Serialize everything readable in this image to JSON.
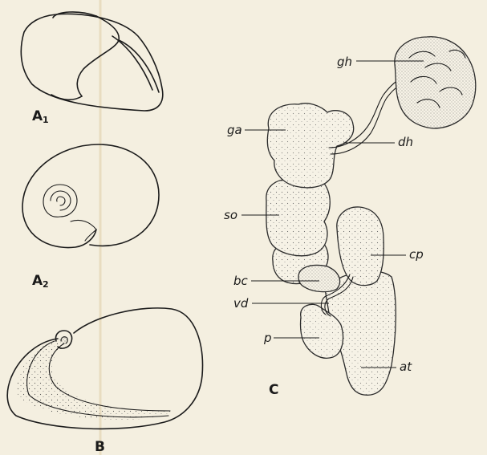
{
  "panels": {
    "a1": {
      "letter": "A",
      "sub": "1"
    },
    "a2": {
      "letter": "A",
      "sub": "2"
    },
    "b": {
      "letter": "B"
    },
    "c": {
      "letter": "C"
    }
  },
  "labels": {
    "gh": "gh",
    "ga": "ga",
    "dh": "dh",
    "so": "so",
    "cp": "cp",
    "bc": "bc",
    "vd": "vd",
    "p": "p",
    "at": "at"
  },
  "colors": {
    "paper": "#f4efe0",
    "ink": "#1c1c1c"
  }
}
